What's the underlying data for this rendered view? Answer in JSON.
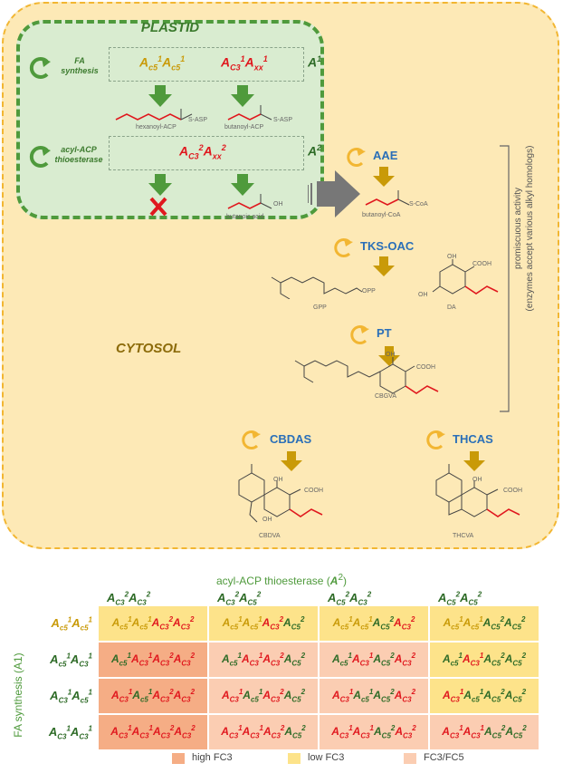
{
  "plastid": {
    "title": "PLASTID",
    "fa_synthesis_label": "FA\nsynthesis",
    "thioesterase_label": "acyl-ACP\nthioesterase",
    "a1_label": "A1",
    "a2_label": "A2",
    "hexanoyl": "hexanoyl-ACP",
    "butanoyl": "butanoyl-ACP",
    "butanoic": "butanoic acid",
    "ssasp": "S-ASP",
    "oh": "OH"
  },
  "cytosol": {
    "title": "CYTOSOL"
  },
  "enzymes": {
    "aae": "AAE",
    "tks": "TKS-OAC",
    "pt": "PT",
    "cbdas": "CBDAS",
    "thcas": "THCAS"
  },
  "molecules": {
    "butanoyl_coa": "butanoyl-CoA",
    "gpp": "GPP",
    "da": "DA",
    "cbgva": "CBGVA",
    "cbdva": "CBDVA",
    "thcva": "THCVA",
    "opp": "OPP",
    "cooh": "COOH",
    "oh": "OH",
    "scoa": "S-CoA"
  },
  "side_note": {
    "line1": "promiscuous activity",
    "line2": "(enzymes accept various alkyl homologs)"
  },
  "table": {
    "title": "acyl-ACP thioesterase (A2)",
    "row_axis": "FA synthesis (A1)",
    "columns": [
      [
        [
          "A",
          "C3",
          "2",
          ""
        ],
        [
          "A",
          "C3",
          "2",
          ""
        ]
      ],
      [
        [
          "A",
          "C3",
          "2",
          ""
        ],
        [
          "A",
          "C5",
          "2",
          ""
        ]
      ],
      [
        [
          "A",
          "C5",
          "2",
          ""
        ],
        [
          "A",
          "C3",
          "2",
          ""
        ]
      ],
      [
        [
          "A",
          "C5",
          "2",
          ""
        ],
        [
          "A",
          "C5",
          "2",
          ""
        ]
      ]
    ],
    "rows": [
      {
        "head": [
          [
            "A",
            "c5",
            "1",
            "gold"
          ],
          [
            "A",
            "c5",
            "1",
            "gold"
          ]
        ],
        "cells": [
          [
            [
              "A",
              "c5",
              "1",
              "gold"
            ],
            [
              "A",
              "c5",
              "1",
              "gold"
            ],
            [
              "A",
              "C3",
              "2",
              "red"
            ],
            [
              "A",
              "C3",
              "2",
              "red"
            ]
          ],
          [
            [
              "A",
              "c5",
              "1",
              "gold"
            ],
            [
              "A",
              "c5",
              "1",
              "gold"
            ],
            [
              "A",
              "C3",
              "2",
              "red"
            ],
            [
              "A",
              "C5",
              "2",
              "green"
            ]
          ],
          [
            [
              "A",
              "c5",
              "1",
              "gold"
            ],
            [
              "A",
              "c5",
              "1",
              "gold"
            ],
            [
              "A",
              "C5",
              "2",
              "green"
            ],
            [
              "A",
              "C3",
              "2",
              "red"
            ]
          ],
          [
            [
              "A",
              "c5",
              "1",
              "gold"
            ],
            [
              "A",
              "c5",
              "1",
              "gold"
            ],
            [
              "A",
              "C5",
              "2",
              "green"
            ],
            [
              "A",
              "C5",
              "2",
              "green"
            ]
          ]
        ],
        "colors": [
          "#fde38a",
          "#fde38a",
          "#fde38a",
          "#fde38a"
        ]
      },
      {
        "head": [
          [
            "A",
            "c5",
            "1",
            "green"
          ],
          [
            "A",
            "C3",
            "1",
            "green"
          ]
        ],
        "cells": [
          [
            [
              "A",
              "c5",
              "1",
              "green"
            ],
            [
              "A",
              "C3",
              "1",
              "red"
            ],
            [
              "A",
              "C3",
              "2",
              "red"
            ],
            [
              "A",
              "C3",
              "2",
              "red"
            ]
          ],
          [
            [
              "A",
              "c5",
              "1",
              "green"
            ],
            [
              "A",
              "C3",
              "1",
              "red"
            ],
            [
              "A",
              "C3",
              "2",
              "red"
            ],
            [
              "A",
              "C5",
              "2",
              "green"
            ]
          ],
          [
            [
              "A",
              "c5",
              "1",
              "green"
            ],
            [
              "A",
              "C3",
              "1",
              "red"
            ],
            [
              "A",
              "C5",
              "2",
              "green"
            ],
            [
              "A",
              "C3",
              "2",
              "red"
            ]
          ],
          [
            [
              "A",
              "c5",
              "1",
              "green"
            ],
            [
              "A",
              "C3",
              "1",
              "red"
            ],
            [
              "A",
              "C5",
              "2",
              "green"
            ],
            [
              "A",
              "C5",
              "2",
              "green"
            ]
          ]
        ],
        "colors": [
          "#f5ad85",
          "#fbcdb2",
          "#fbcdb2",
          "#fde38a"
        ]
      },
      {
        "head": [
          [
            "A",
            "C3",
            "1",
            "green"
          ],
          [
            "A",
            "c5",
            "1",
            "green"
          ]
        ],
        "cells": [
          [
            [
              "A",
              "C3",
              "1",
              "red"
            ],
            [
              "A",
              "c5",
              "1",
              "green"
            ],
            [
              "A",
              "C3",
              "2",
              "red"
            ],
            [
              "A",
              "C3",
              "2",
              "red"
            ]
          ],
          [
            [
              "A",
              "C3",
              "1",
              "red"
            ],
            [
              "A",
              "c5",
              "1",
              "green"
            ],
            [
              "A",
              "C3",
              "2",
              "red"
            ],
            [
              "A",
              "C5",
              "2",
              "green"
            ]
          ],
          [
            [
              "A",
              "C3",
              "1",
              "red"
            ],
            [
              "A",
              "c5",
              "1",
              "green"
            ],
            [
              "A",
              "C5",
              "2",
              "green"
            ],
            [
              "A",
              "C3",
              "2",
              "red"
            ]
          ],
          [
            [
              "A",
              "C3",
              "1",
              "red"
            ],
            [
              "A",
              "c5",
              "1",
              "green"
            ],
            [
              "A",
              "C5",
              "2",
              "green"
            ],
            [
              "A",
              "C5",
              "2",
              "green"
            ]
          ]
        ],
        "colors": [
          "#f5ad85",
          "#fbcdb2",
          "#fbcdb2",
          "#fde38a"
        ]
      },
      {
        "head": [
          [
            "A",
            "C3",
            "1",
            "green"
          ],
          [
            "A",
            "C3",
            "1",
            "green"
          ]
        ],
        "cells": [
          [
            [
              "A",
              "C3",
              "1",
              "red"
            ],
            [
              "A",
              "C3",
              "1",
              "red"
            ],
            [
              "A",
              "C3",
              "2",
              "red"
            ],
            [
              "A",
              "C3",
              "2",
              "red"
            ]
          ],
          [
            [
              "A",
              "C3",
              "1",
              "red"
            ],
            [
              "A",
              "C3",
              "1",
              "red"
            ],
            [
              "A",
              "C3",
              "2",
              "red"
            ],
            [
              "A",
              "C5",
              "2",
              "green"
            ]
          ],
          [
            [
              "A",
              "C3",
              "1",
              "red"
            ],
            [
              "A",
              "C3",
              "1",
              "red"
            ],
            [
              "A",
              "C5",
              "2",
              "green"
            ],
            [
              "A",
              "C3",
              "2",
              "red"
            ]
          ],
          [
            [
              "A",
              "C3",
              "1",
              "red"
            ],
            [
              "A",
              "C3",
              "1",
              "red"
            ],
            [
              "A",
              "C5",
              "2",
              "green"
            ],
            [
              "A",
              "C5",
              "2",
              "green"
            ]
          ]
        ],
        "colors": [
          "#f5ad85",
          "#fbcdb2",
          "#fbcdb2",
          "#fbcdb2"
        ]
      }
    ]
  },
  "legend": [
    {
      "label": "high FC3",
      "color": "#f5ad85"
    },
    {
      "label": "low FC3",
      "color": "#fde38a"
    },
    {
      "label": "FC3/FC5",
      "color": "#fbcdb2"
    }
  ],
  "colors": {
    "gold": "#c99a08",
    "red": "#e0181e",
    "green": "#2e6b27",
    "blue": "#2a6fb8"
  }
}
